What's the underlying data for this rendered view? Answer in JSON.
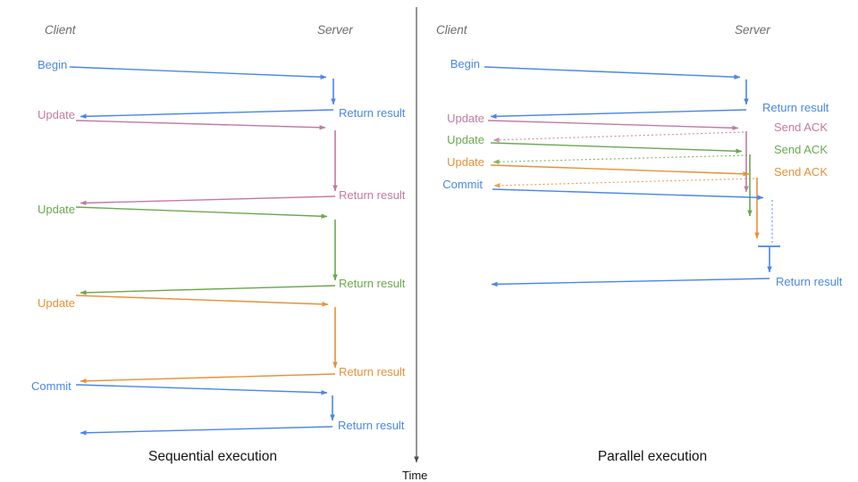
{
  "diagram_title": "Client-server transaction sequence diagram",
  "colors": {
    "blue": "#4a86e8",
    "pink": "#c27ba0",
    "green": "#6aa84f",
    "orange": "#e69138",
    "header_gray": "#6b6b6b",
    "axis_gray": "#4d4d4d",
    "caption_black": "#141414"
  },
  "left_panel": {
    "client_header": "Client",
    "server_header": "Server",
    "caption": "Sequential execution",
    "rows": [
      {
        "request": "Begin",
        "response": "Return result",
        "color": "blue"
      },
      {
        "request": "Update",
        "response": "Return result",
        "color": "pink"
      },
      {
        "request": "Update",
        "response": "Return result",
        "color": "green"
      },
      {
        "request": "Update",
        "response": "Return result",
        "color": "orange"
      },
      {
        "request": "Commit",
        "response": "Return result",
        "color": "blue"
      }
    ]
  },
  "right_panel": {
    "client_header": "Client",
    "server_header": "Server",
    "caption": "Parallel execution",
    "rows": [
      {
        "request": "Begin",
        "response": "Return result",
        "color": "blue"
      },
      {
        "request": "Update",
        "response": "Send ACK",
        "color": "pink"
      },
      {
        "request": "Update",
        "response": "Send ACK",
        "color": "green"
      },
      {
        "request": "Update",
        "response": "Send ACK",
        "color": "orange"
      },
      {
        "request": "Commit",
        "response": "Return result",
        "color": "blue"
      }
    ]
  },
  "time_axis": {
    "label": "Time"
  }
}
